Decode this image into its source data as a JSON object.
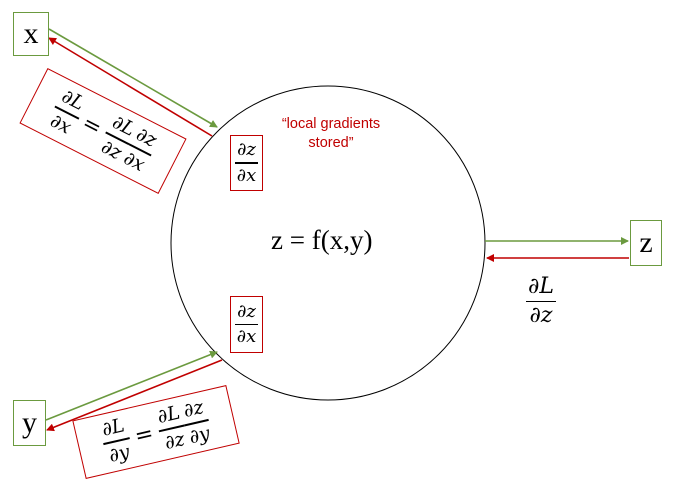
{
  "nodes": {
    "x": "x",
    "y": "y",
    "z": "z"
  },
  "operation": "z = f(x,y)",
  "annotation": "“local gradients stored”",
  "local_gradients": {
    "top": {
      "num": "∂z",
      "den": "∂x"
    },
    "bottom": {
      "num": "∂z",
      "den": "∂x"
    }
  },
  "chain_rule_x": {
    "lhs": {
      "num": "∂L",
      "den": "∂x"
    },
    "equals": "=",
    "rhs1": {
      "num": "∂L",
      "den": "∂z"
    },
    "rhs2": {
      "num": "∂z",
      "den": "∂x"
    }
  },
  "chain_rule_y": {
    "lhs": {
      "num": "∂L",
      "den": "∂y"
    },
    "equals": "=",
    "rhs1": {
      "num": "∂L",
      "den": "∂z"
    },
    "rhs2": {
      "num": "∂z",
      "den": "∂y"
    }
  },
  "upstream_gradient": {
    "num": "∂L",
    "den": "∂z"
  },
  "colors": {
    "forward_arrow": "#6b9a3f",
    "backward_arrow": "#c00000",
    "node_border": "#6b9a3f",
    "gradient_border": "#c00000",
    "annotation_text": "#c00000"
  }
}
